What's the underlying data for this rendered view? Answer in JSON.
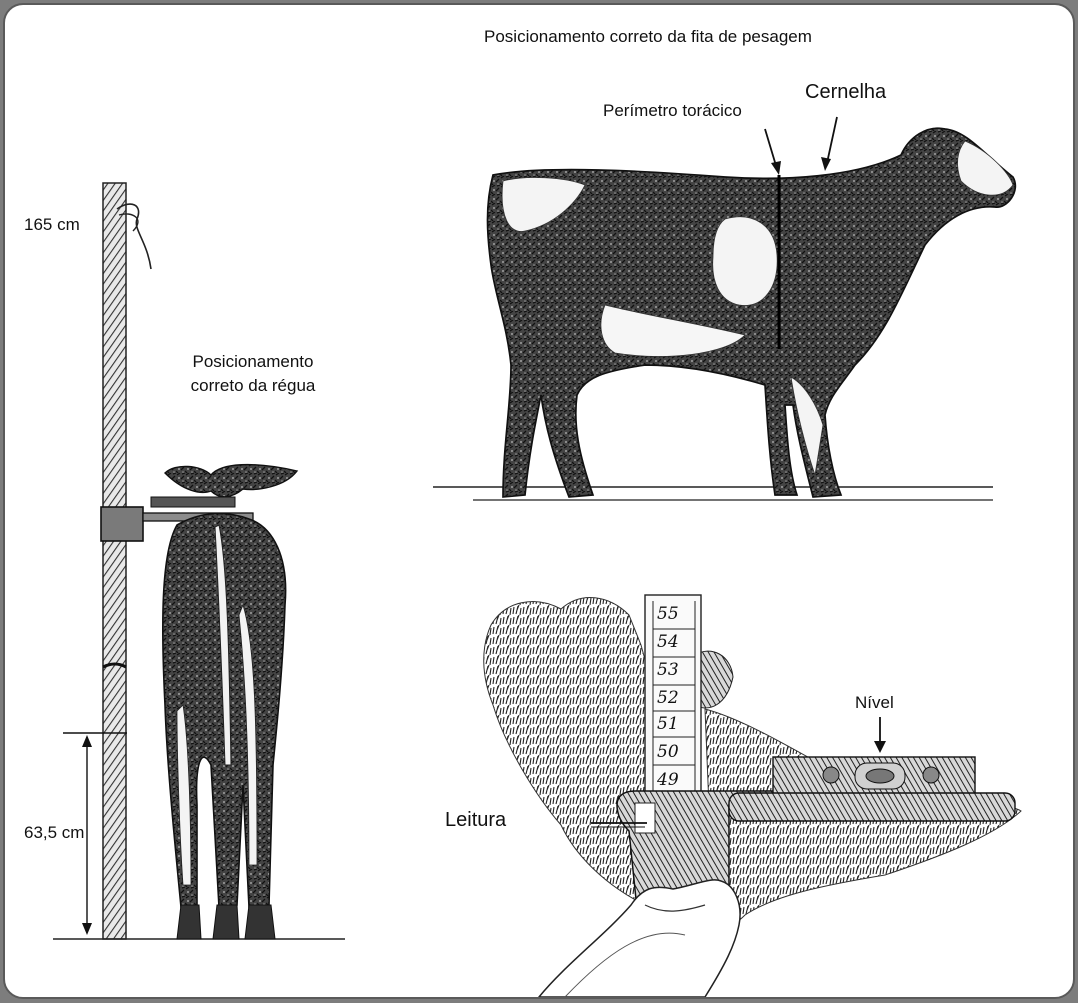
{
  "labels": {
    "tape_title": "Posicionamento correto da fita de pesagem",
    "heart_girth": "Perímetro torácico",
    "withers": "Cernelha",
    "height_max": "165 cm",
    "ruler_position_line1": "Posicionamento",
    "ruler_position_line2": "correto da régua",
    "height_min": "63,5 cm",
    "level": "Nível",
    "reading": "Leitura"
  },
  "ruler_scale_numbers": [
    "55",
    "54",
    "53",
    "52",
    "51",
    "50",
    "49"
  ],
  "colors": {
    "background": "#7d7d7d",
    "panel": "#ffffff",
    "ink": "#111111",
    "border": "#5a5a5a"
  }
}
